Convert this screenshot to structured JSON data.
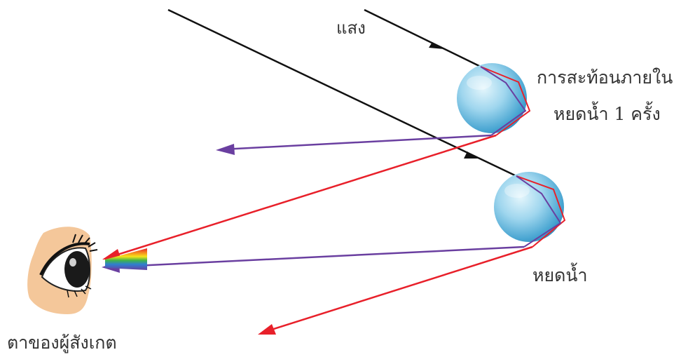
{
  "labels": {
    "light": "แสง",
    "reflection_line1": "การสะท้อนภายใน",
    "reflection_line2": "หยดน้ำ 1 ครั้ง",
    "drop": "หยดน้ำ",
    "observer_eye": "ตาของผู้สังเกต"
  },
  "colors": {
    "incoming_light": "#111111",
    "red_ray": "#e8202a",
    "violet_ray": "#6a3fa0",
    "drop_fill_light": "#e4f6fc",
    "drop_fill_dark": "#2f8fc0",
    "skin": "#f4c79a",
    "iris": "#1a1a1a"
  },
  "icons": {
    "eye": "observer-eye-icon",
    "water_drop": "water-drop-icon",
    "arrowhead": "arrowhead-icon"
  }
}
